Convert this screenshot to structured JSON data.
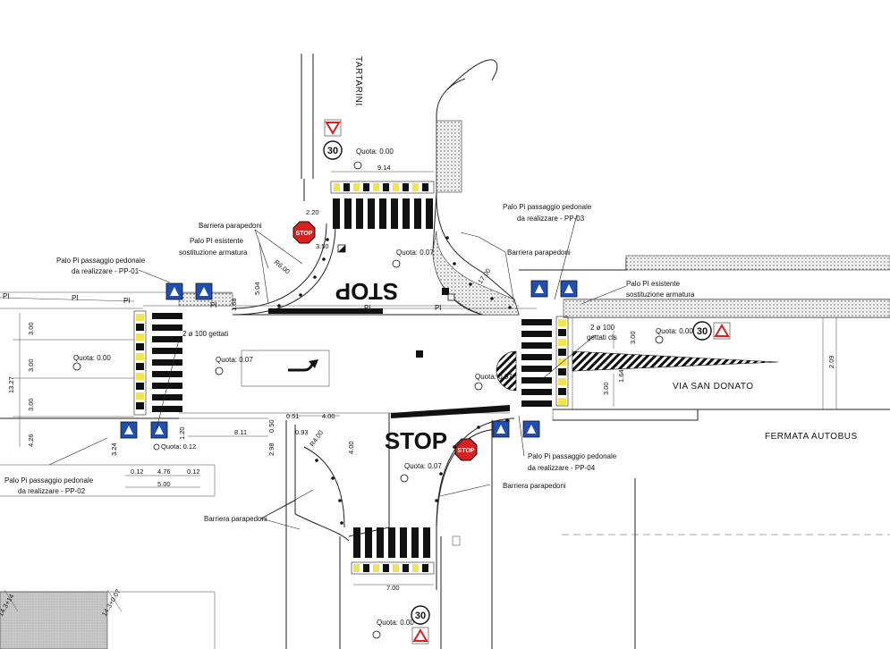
{
  "streets": {
    "north": "TARTARINI",
    "east": "VIA SAN DONATO",
    "bus_stop": "FERMATA AUTOBUS"
  },
  "road_markings": {
    "stop_word": "STOP",
    "stop_sign_text": "STOP",
    "speed_limit": "30",
    "pi_label": "PI"
  },
  "elevations": {
    "north": "Quota: 0.00",
    "center_north": "Quota: 0.07",
    "west_a": "Quota: 0.00",
    "west_b": "Quota: 0.07",
    "east_a": "Quota: 0.00",
    "east_b": "Quota: 0.07",
    "south_a": "Quota: 0.07",
    "south_b": "Quota: 0.00",
    "small_sw": "Quota: 0.12"
  },
  "annotations": {
    "barriera_nw": "Barriera parapedoni",
    "palo_esistente_nw_1": "Palo PI esistente",
    "palo_esistente_nw_2": "sostituzione armatura",
    "pp01_1": "Palo Pi passaggio pedonale",
    "pp01_2": "da realizzare - PP-01",
    "pp03_1": "Palo Pi passaggio pedonale",
    "pp03_2": "da realizzare - PP-03",
    "barriera_ne": "Barriera parapedoni",
    "palo_esistente_ne_1": "Palo PI esistente",
    "palo_esistente_ne_2": "sostituzione armatura",
    "gettati_w": "2 ø 100 gettati",
    "gettati_e_1": "2 ø 100",
    "gettati_e_2": "gettati cls",
    "pp02_1": "Palo Pi passaggio pedonale",
    "pp02_2": "da realizzare - PP-02",
    "pp04_1": "Palo Pi passaggio pedonale",
    "pp04_2": "da realizzare - PP-04",
    "barriera_s": "Barriera parapedoni",
    "barriera_se": "Barriera parapedoni"
  },
  "dimensions": {
    "n_width": "9.14",
    "d220": "2.20",
    "d350": "3.50",
    "r600": "R6.00",
    "d504": "5.04",
    "d168": "1.68",
    "w300a": "3.00",
    "w300b": "3.00",
    "w300c": "3.00",
    "w1327": "13.27",
    "w426": "4.26",
    "w324": "3.24",
    "s012a": "0.12",
    "s476": "4.76",
    "s012b": "0.12",
    "s500": "5.00",
    "d811": "8.11",
    "d120": "1.20",
    "d051": "0.51",
    "d400a": "4.00",
    "d093": "0.93",
    "r400": "R4.00",
    "d400b": "4.00",
    "d050": "0.50",
    "d298": "2.98",
    "e300a": "3.00",
    "e300b": "3.00",
    "e164": "1.64",
    "e209": "2.09",
    "e1700": "17.00",
    "s700": "7.00",
    "sw_dim_a": "14.3+14",
    "sw_dim_b": "14.3+0.07"
  }
}
